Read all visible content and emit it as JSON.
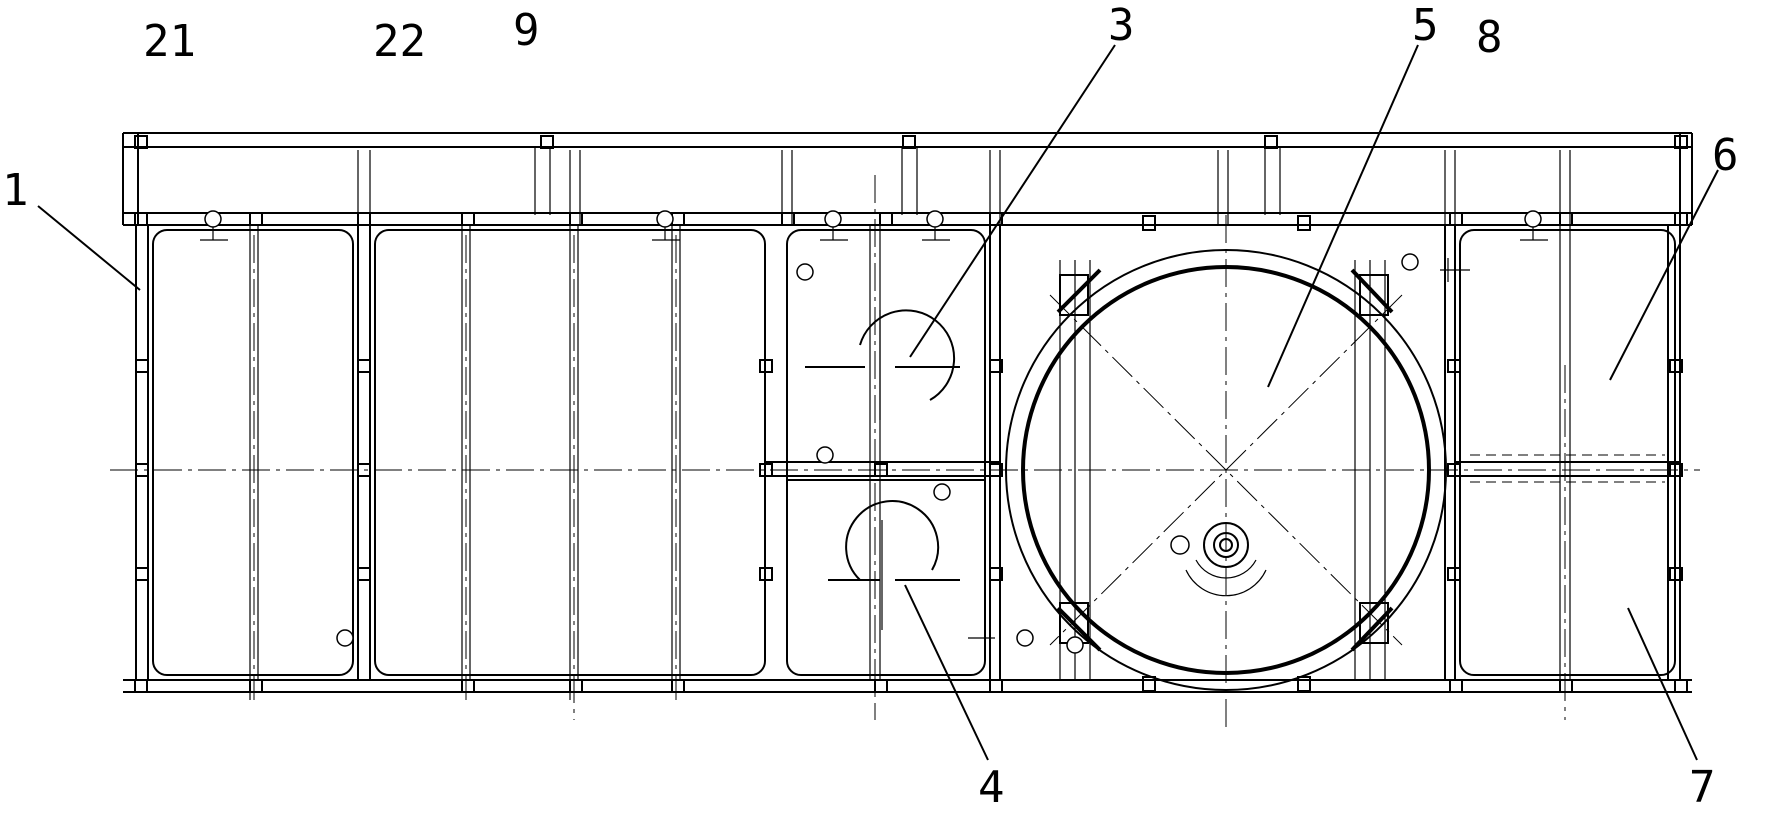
{
  "labels": {
    "l1": "1",
    "l21": "21",
    "l22": "22",
    "l9": "9",
    "l3": "3",
    "l5": "5",
    "l8": "8",
    "l6": "6",
    "l4": "4",
    "l7": "7"
  }
}
